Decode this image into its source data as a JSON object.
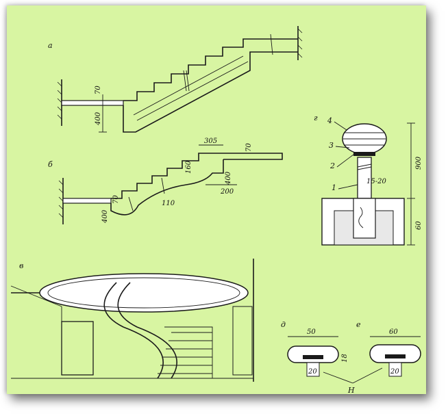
{
  "panels": {
    "a": {
      "label": "а",
      "dims": [
        "70",
        "400"
      ]
    },
    "b": {
      "label": "б",
      "dims": [
        "305",
        "70",
        "160",
        "400",
        "200",
        "110",
        "70",
        "400"
      ]
    },
    "g": {
      "label": "г",
      "dims": [
        "900",
        "15-20",
        "60"
      ],
      "callouts": [
        "4",
        "3",
        "2",
        "1"
      ]
    },
    "v": {
      "label": "в"
    },
    "d": {
      "label": "д",
      "dims": [
        "50",
        "18",
        "20"
      ]
    },
    "e": {
      "label": "е",
      "dims": [
        "60",
        "20"
      ]
    },
    "shared_label": "Н"
  },
  "colors": {
    "background": "#d8f5a2",
    "ink": "#1a1a1a"
  }
}
